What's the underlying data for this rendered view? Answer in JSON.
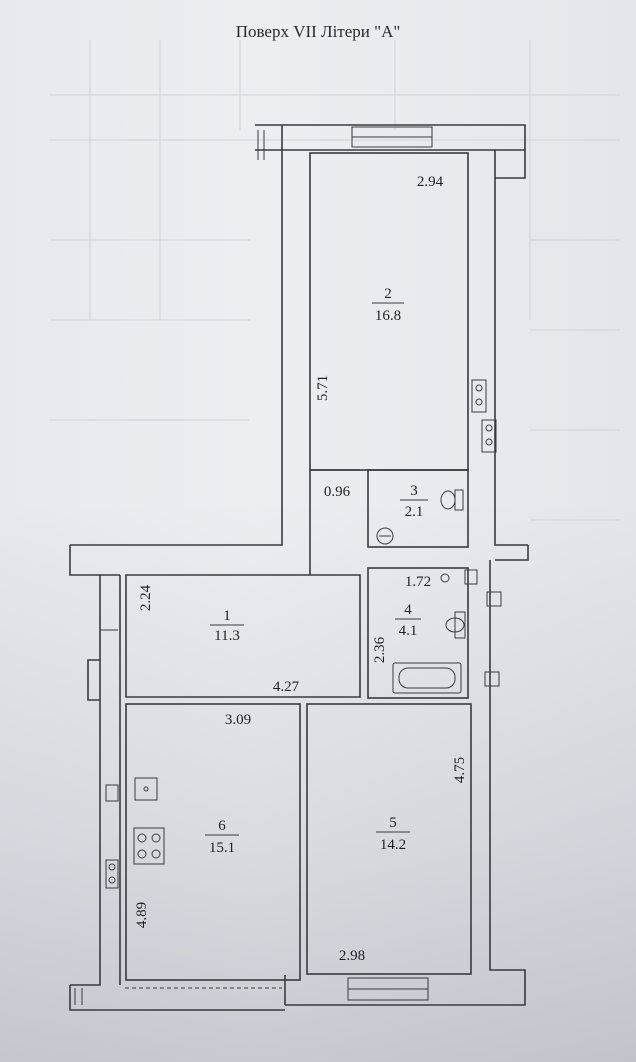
{
  "title": "Поверх VII Літери \"А\"",
  "rooms": [
    {
      "number": "1",
      "area": "11.3"
    },
    {
      "number": "2",
      "area": "16.8"
    },
    {
      "number": "3",
      "area": "2.1"
    },
    {
      "number": "4",
      "area": "4.1"
    },
    {
      "number": "5",
      "area": "14.2"
    },
    {
      "number": "6",
      "area": "15.1"
    }
  ],
  "dimensions": {
    "room2_width": "2.94",
    "room2_length": "5.71",
    "corridor_width": "0.96",
    "room1_depth": "2.24",
    "room1_length": "4.27",
    "room4_width": "1.72",
    "room4_depth": "2.36",
    "room6_width": "3.09",
    "room6_length": "4.89",
    "room5_length": "4.75",
    "room5_width": "2.98"
  }
}
